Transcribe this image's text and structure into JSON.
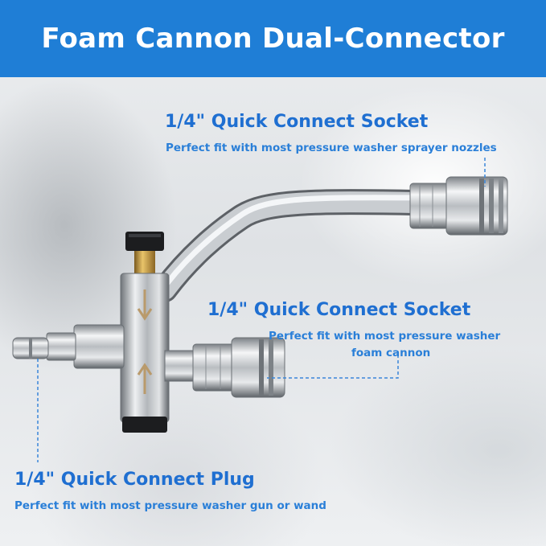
{
  "header": {
    "title": "Foam Cannon Dual-Connector"
  },
  "callouts": {
    "socket_top": {
      "title": "1/4\" Quick Connect Socket",
      "description": "Perfect fit with most pressure washer sprayer nozzles"
    },
    "socket_middle": {
      "title": "1/4\" Quick Connect Socket",
      "description_line1": "Perfect fit with most pressure washer",
      "description_line2": "foam cannon"
    },
    "plug": {
      "title": "1/4\" Quick Connect Plug",
      "description": "Perfect fit with most pressure washer gun or wand"
    }
  },
  "colors": {
    "banner": "#1f7ed6",
    "callout_text": "#1f6fd1",
    "leader_line": "#3a86d9"
  }
}
